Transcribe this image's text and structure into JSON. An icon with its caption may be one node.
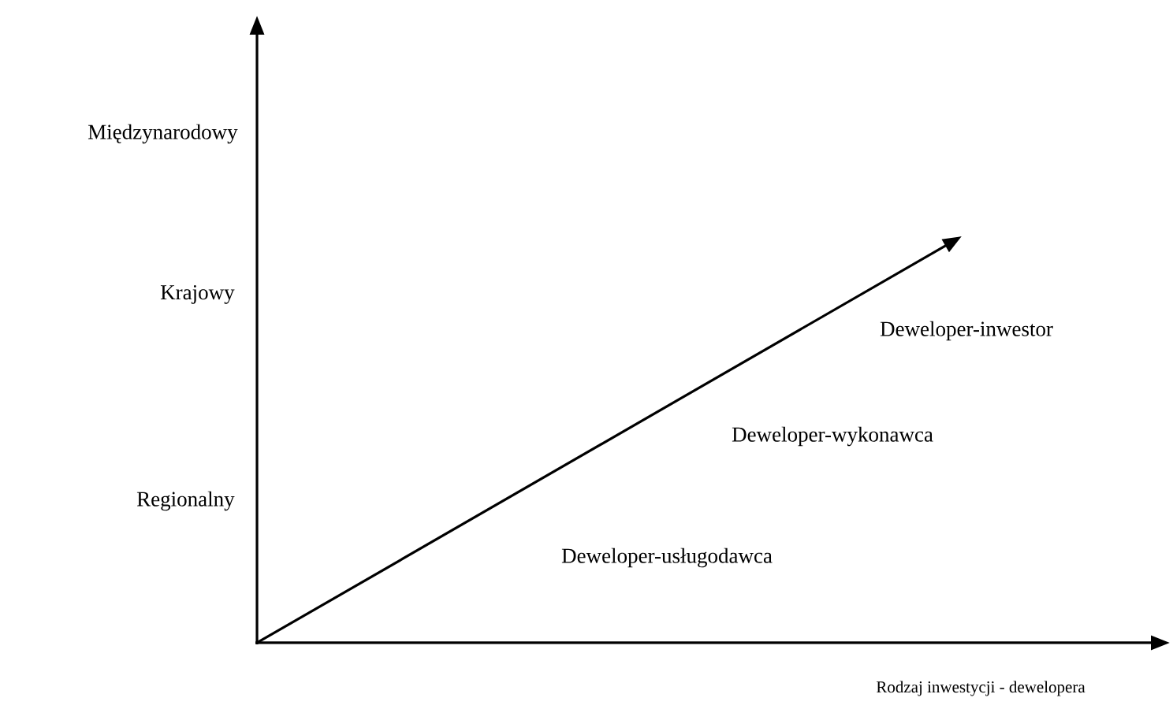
{
  "diagram": {
    "labels": [
      "Międzynarodowy",
      "Krajowy",
      "Regionalny",
      "Deweloper-inwestor",
      "Deweloper-wykonawca",
      "Deweloper-usługodawca",
      "Rodzaj inwestycji - dewelopera"
    ]
  }
}
